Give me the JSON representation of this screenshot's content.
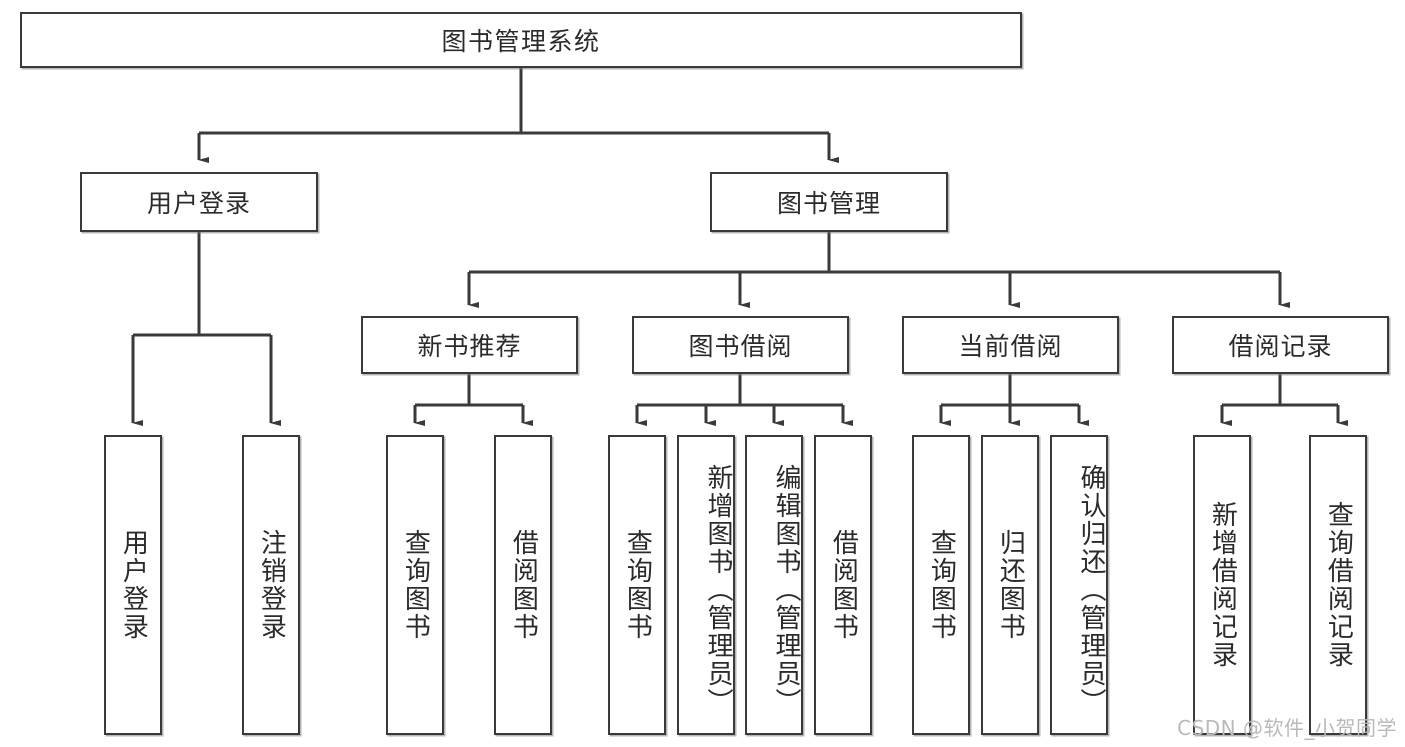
{
  "diagram": {
    "title": "图书管理系统",
    "type": "tree",
    "watermark": "CSDN @软件_小贺同学",
    "colors": {
      "box_border": "#3a3a3a",
      "box_fill": "#ffffff",
      "edge": "#3a3a3a",
      "text": "#2b2b2b",
      "watermark": "#b9b9b9"
    },
    "root": {
      "label": "图书管理系统"
    },
    "level2": [
      {
        "label": "用户登录"
      },
      {
        "label": "图书管理"
      }
    ],
    "level3": [
      {
        "label": "新书推荐"
      },
      {
        "label": "图书借阅"
      },
      {
        "label": "当前借阅"
      },
      {
        "label": "借阅记录"
      }
    ],
    "leaves": {
      "user_login": [
        {
          "label": "用户登录"
        },
        {
          "label": "注销登录"
        }
      ],
      "new_book_recommend": [
        {
          "label": "查询图书"
        },
        {
          "label": "借阅图书"
        }
      ],
      "book_borrow": [
        {
          "label": "查询图书"
        },
        {
          "label": "新增图书（管理员）"
        },
        {
          "label": "编辑图书（管理员）"
        },
        {
          "label": "借阅图书"
        }
      ],
      "current_borrow": [
        {
          "label": "查询图书"
        },
        {
          "label": "归还图书"
        },
        {
          "label": "确认归还（管理员）"
        }
      ],
      "borrow_record": [
        {
          "label": "新增借阅记录"
        },
        {
          "label": "查询借阅记录"
        }
      ]
    }
  }
}
